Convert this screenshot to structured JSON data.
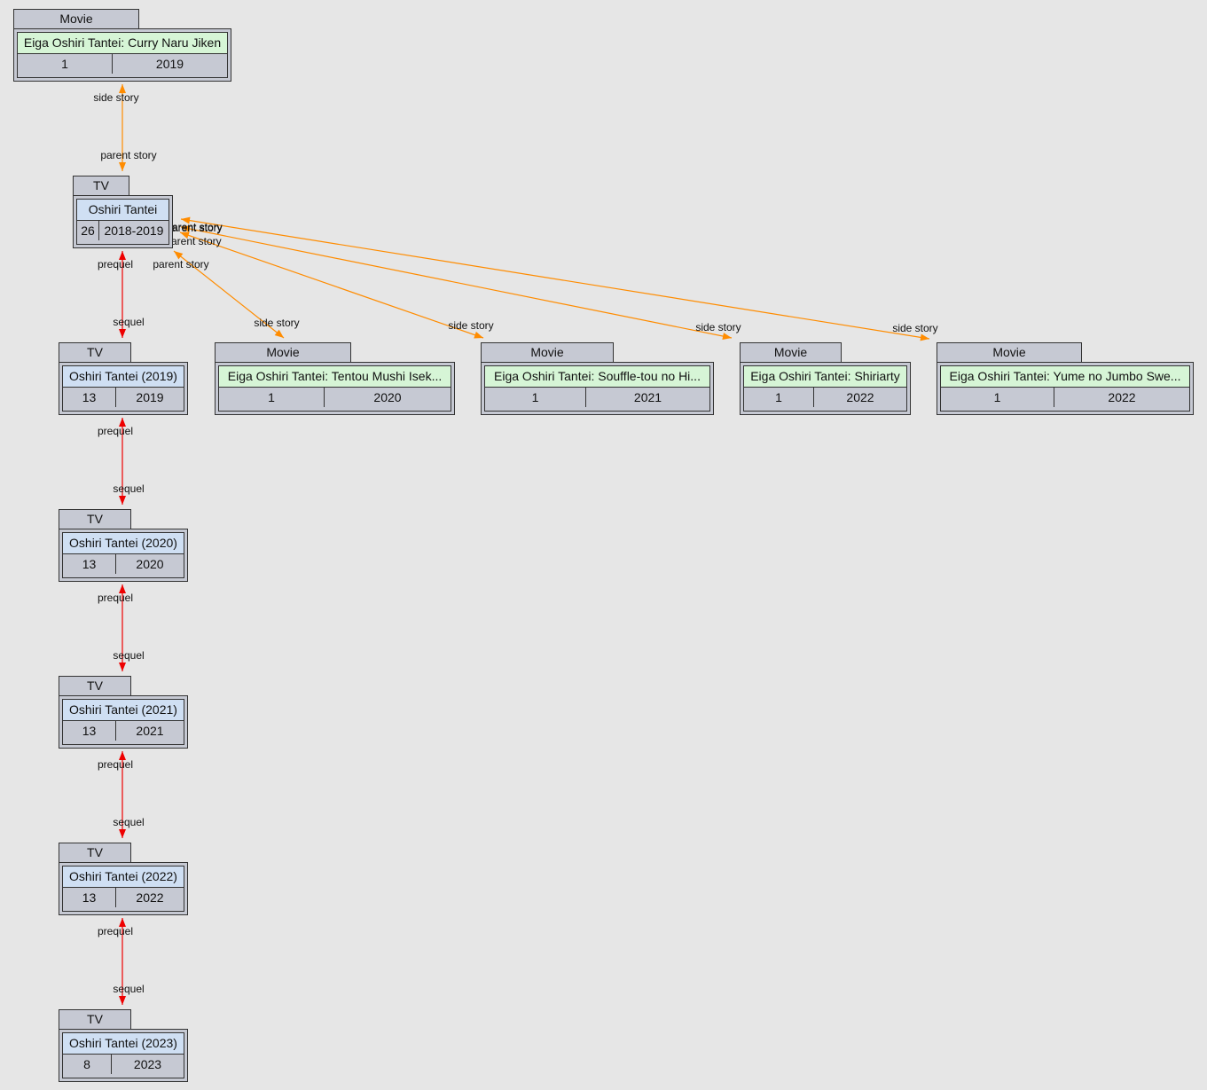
{
  "nodes": [
    {
      "id": "movie-curry",
      "type": "Movie",
      "kind": "movie",
      "title": "Eiga Oshiri Tantei: Curry Naru Jiken",
      "episodes": "1",
      "years": "2019"
    },
    {
      "id": "tv-oshiri",
      "type": "TV",
      "kind": "tv",
      "title": "Oshiri Tantei",
      "episodes": "26",
      "years": "2018-2019"
    },
    {
      "id": "tv-2019",
      "type": "TV",
      "kind": "tv",
      "title": "Oshiri Tantei (2019)",
      "episodes": "13",
      "years": "2019"
    },
    {
      "id": "movie-tentou",
      "type": "Movie",
      "kind": "movie",
      "title": "Eiga Oshiri Tantei: Tentou Mushi Isek...",
      "episodes": "1",
      "years": "2020"
    },
    {
      "id": "movie-souffle",
      "type": "Movie",
      "kind": "movie",
      "title": "Eiga Oshiri Tantei: Souffle-tou no Hi...",
      "episodes": "1",
      "years": "2021"
    },
    {
      "id": "movie-shiriarty",
      "type": "Movie",
      "kind": "movie",
      "title": "Eiga Oshiri Tantei: Shiriarty",
      "episodes": "1",
      "years": "2022"
    },
    {
      "id": "movie-yume",
      "type": "Movie",
      "kind": "movie",
      "title": "Eiga Oshiri Tantei: Yume no Jumbo Swe...",
      "episodes": "1",
      "years": "2022"
    },
    {
      "id": "tv-2020",
      "type": "TV",
      "kind": "tv",
      "title": "Oshiri Tantei (2020)",
      "episodes": "13",
      "years": "2020"
    },
    {
      "id": "tv-2021",
      "type": "TV",
      "kind": "tv",
      "title": "Oshiri Tantei (2021)",
      "episodes": "13",
      "years": "2021"
    },
    {
      "id": "tv-2022",
      "type": "TV",
      "kind": "tv",
      "title": "Oshiri Tantei (2022)",
      "episodes": "13",
      "years": "2022"
    },
    {
      "id": "tv-2023",
      "type": "TV",
      "kind": "tv",
      "title": "Oshiri Tantei (2023)",
      "episodes": "8",
      "years": "2023"
    }
  ],
  "edges": [
    {
      "id": "e-curry",
      "from": "movie-curry",
      "to": "tv-oshiri",
      "relation": "side story",
      "color": "#ff8c00",
      "from_label": "side story",
      "to_label": "parent story"
    },
    {
      "id": "e-tentou",
      "from": "tv-oshiri",
      "to": "movie-tentou",
      "relation": "side story",
      "color": "#ff8c00",
      "from_label": "parent story",
      "to_label": "side story"
    },
    {
      "id": "e-souffle",
      "from": "tv-oshiri",
      "to": "movie-souffle",
      "relation": "side story",
      "color": "#ff8c00",
      "from_label": "parent story",
      "to_label": "side story"
    },
    {
      "id": "e-shiriarty",
      "from": "tv-oshiri",
      "to": "movie-shiriarty",
      "relation": "side story",
      "color": "#ff8c00",
      "from_label": "parent story",
      "to_label": "side story"
    },
    {
      "id": "e-yume",
      "from": "tv-oshiri",
      "to": "movie-yume",
      "relation": "side story",
      "color": "#ff8c00",
      "from_label": "parent story",
      "to_label": "side story"
    },
    {
      "id": "e-s2019",
      "from": "tv-oshiri",
      "to": "tv-2019",
      "relation": "sequel",
      "color": "#ee0000",
      "from_label": "prequel",
      "to_label": "sequel"
    },
    {
      "id": "e-s2020",
      "from": "tv-2019",
      "to": "tv-2020",
      "relation": "sequel",
      "color": "#ee0000",
      "from_label": "prequel",
      "to_label": "sequel"
    },
    {
      "id": "e-s2021",
      "from": "tv-2020",
      "to": "tv-2021",
      "relation": "sequel",
      "color": "#ee0000",
      "from_label": "prequel",
      "to_label": "sequel"
    },
    {
      "id": "e-s2022",
      "from": "tv-2021",
      "to": "tv-2022",
      "relation": "sequel",
      "color": "#ee0000",
      "from_label": "prequel",
      "to_label": "sequel"
    },
    {
      "id": "e-s2023",
      "from": "tv-2022",
      "to": "tv-2023",
      "relation": "sequel",
      "color": "#ee0000",
      "from_label": "prequel",
      "to_label": "sequel"
    }
  ]
}
